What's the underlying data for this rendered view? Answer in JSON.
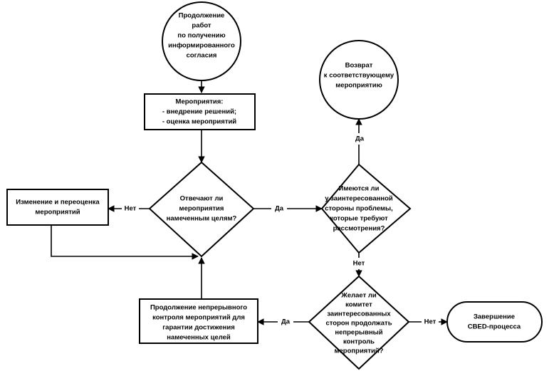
{
  "diagram": {
    "title": "Блок-схема продолжения работ по получению информированного согласия",
    "type": "flowchart",
    "orientation": "top-down",
    "colors": {
      "background": "#ffffff",
      "stroke": "#000000",
      "shape_fill": "#ffffff",
      "text": "#000000"
    },
    "nodes": [
      {
        "id": "start",
        "shape": "circle",
        "lines": [
          "Продолжение",
          "работ",
          "по получению",
          "информированного",
          "согласия"
        ]
      },
      {
        "id": "activities",
        "shape": "rectangle",
        "lines": [
          "Мероприятия:",
          "- внедрение решений;",
          "- оценка мероприятий"
        ]
      },
      {
        "id": "return",
        "shape": "circle",
        "lines": [
          "Возврат",
          "к соответствующему",
          "мероприятию"
        ]
      },
      {
        "id": "goals-check",
        "shape": "diamond",
        "lines": [
          "Отвечают ли",
          "мероприятия",
          "намеченным целям?"
        ]
      },
      {
        "id": "revise",
        "shape": "rectangle",
        "lines": [
          "Изменение и переоценка",
          "мероприятий"
        ]
      },
      {
        "id": "issues-check",
        "shape": "diamond",
        "lines": [
          "Имеются ли",
          "у заинтересованной",
          "стороны проблемы,",
          "которые требуют",
          "рассмотрения?"
        ]
      },
      {
        "id": "continue-monitoring",
        "shape": "rectangle",
        "lines": [
          "Продолжение непрерывного",
          "контроля мероприятий для",
          "гарантии достижения",
          "намеченных целей"
        ]
      },
      {
        "id": "committee-check",
        "shape": "diamond",
        "lines": [
          "Желает ли",
          "комитет",
          "заинтересованных",
          "сторон продолжать",
          "непрерывный",
          "контроль",
          "мероприятий?"
        ]
      },
      {
        "id": "end",
        "shape": "rounded-rectangle",
        "lines": [
          "Завершение",
          "CBED-процесса"
        ]
      }
    ],
    "edge_labels": {
      "goals_no": "Нет",
      "goals_yes": "Да",
      "issues_yes": "Да",
      "issues_no": "Нет",
      "committee_yes": "Да",
      "committee_no": "Нет"
    }
  }
}
